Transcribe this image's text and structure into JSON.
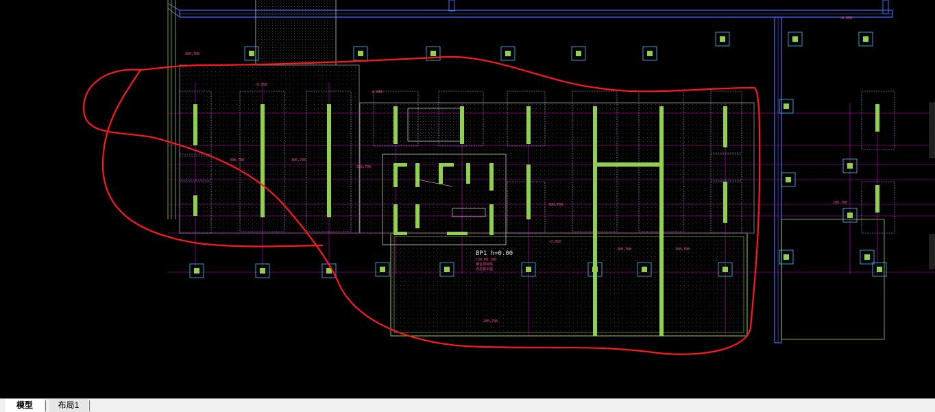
{
  "app": {
    "name": "CAD drawing viewer"
  },
  "tabs": [
    {
      "label": "模型",
      "active": true
    },
    {
      "label": "布局1",
      "active": false
    }
  ],
  "drawing": {
    "annotations": {
      "pile_note_1": "BP1 h=0.00",
      "pile_note_2": "C30 P8 100",
      "pile_note_3": "承台顶标高",
      "pile_note_4": "详见施工图"
    },
    "tags": {
      "dim_a": "300,700",
      "dim_b": "200,700",
      "level": "-0.050"
    }
  },
  "colors": {
    "background": "#000000",
    "wall_green": "#8fd14f",
    "grid_magenta": "#d000d0",
    "outline_blue": "#4a70ff",
    "markup_red": "#ff1a1a",
    "label_pink": "#ff4fa0",
    "light_green": "#5aff5a"
  }
}
